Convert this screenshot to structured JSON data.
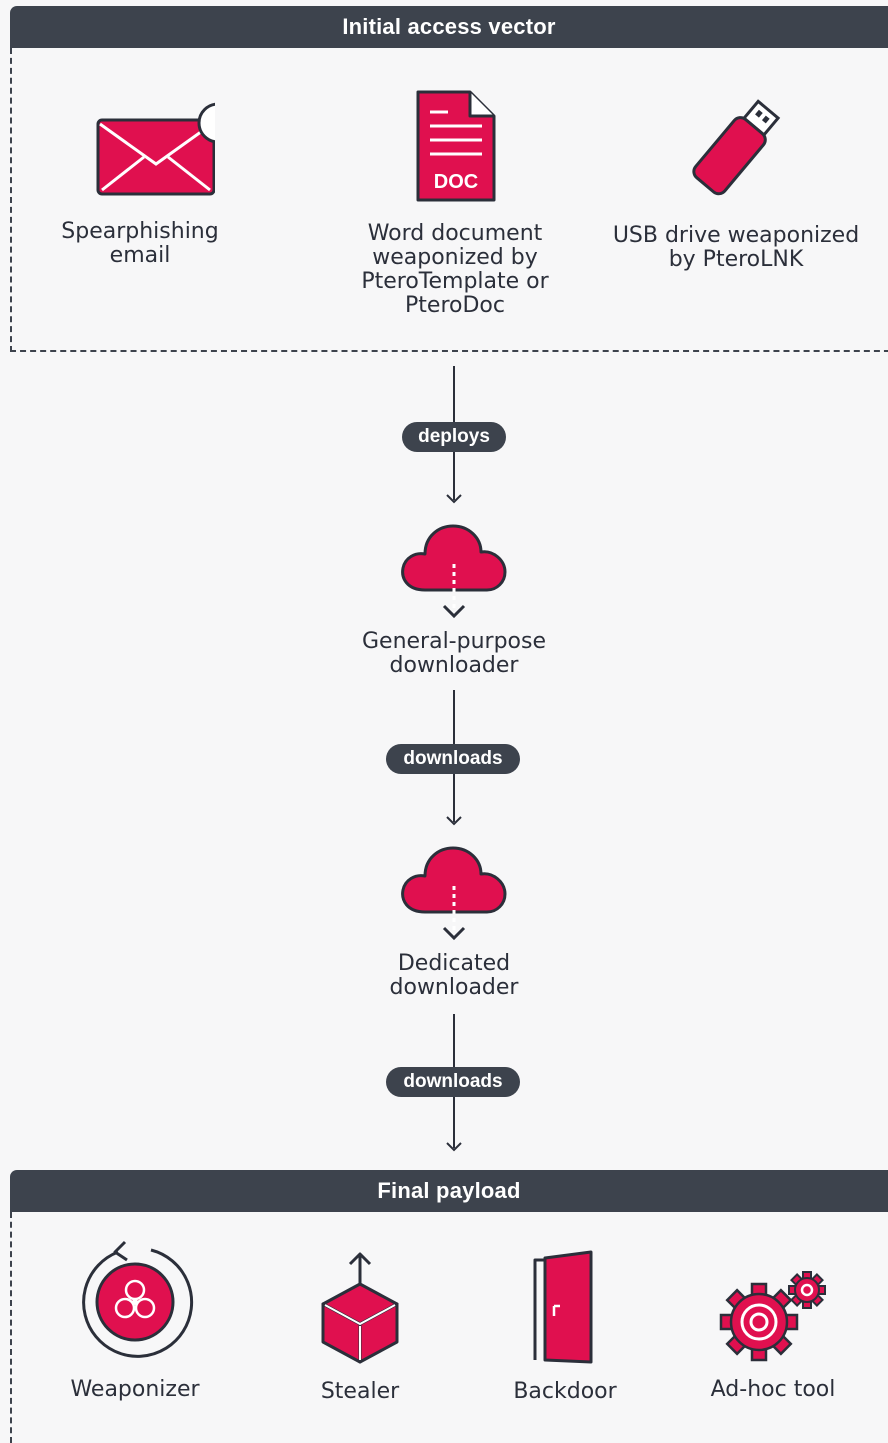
{
  "initial_access": {
    "title": "Initial access vector",
    "items": [
      {
        "label": "Spearphishing\nemail",
        "icon": "email-alert-icon"
      },
      {
        "label": "Word document\nweaponized by\nPteroTemplate or\nPteroDoc",
        "icon": "doc-file-icon",
        "icon_text": "DOC"
      },
      {
        "label": "USB drive weaponized\nby PteroLNK",
        "icon": "usb-drive-icon"
      }
    ]
  },
  "flow": [
    {
      "pill": "deploys"
    },
    {
      "node": "General-purpose\ndownloader",
      "icon": "cloud-download-icon"
    },
    {
      "pill": "downloads"
    },
    {
      "node": "Dedicated\ndownloader",
      "icon": "cloud-download-icon"
    },
    {
      "pill": "downloads"
    }
  ],
  "final_payload": {
    "title": "Final payload",
    "items": [
      {
        "label": "Weaponizer",
        "icon": "biohazard-cycle-icon"
      },
      {
        "label": "Stealer",
        "icon": "box-upload-icon"
      },
      {
        "label": "Backdoor",
        "icon": "door-icon"
      },
      {
        "label": "Ad-hoc tool",
        "icon": "gears-icon"
      }
    ]
  },
  "colors": {
    "accent": "#e0104f",
    "dark": "#3d434d",
    "text": "#2b2f3a",
    "background": "#f7f7f8"
  }
}
